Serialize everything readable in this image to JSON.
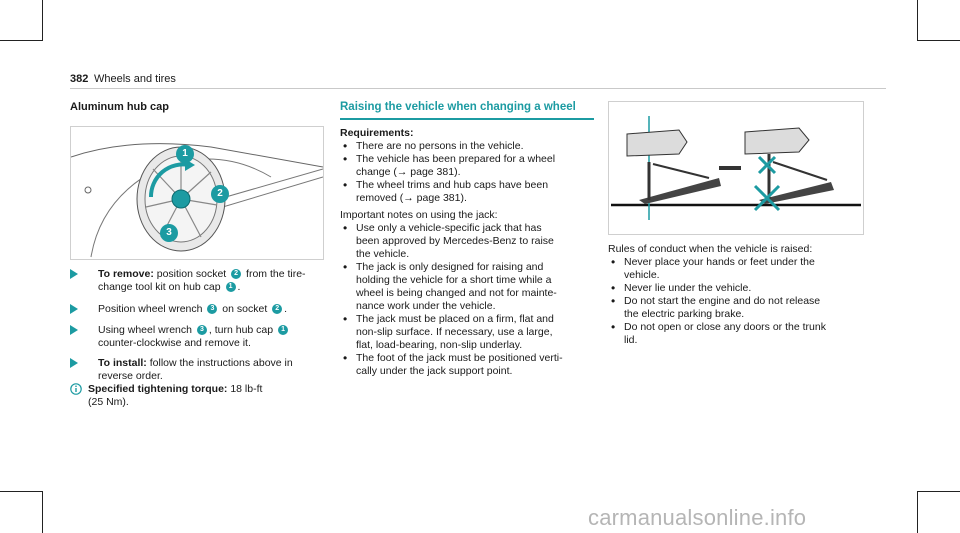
{
  "header": {
    "page_number": "382",
    "section_title": "Wheels and tires"
  },
  "left": {
    "heading": "Aluminum hub cap",
    "figure": {
      "callouts": [
        "1",
        "2",
        "3"
      ]
    },
    "steps": [
      {
        "prefix": "To remove:",
        "t1": " position socket ",
        "n1": "2",
        "t2": " from the tire-",
        "line2a": "change tool kit on hub cap ",
        "n2": "1",
        "line2b": "."
      },
      {
        "t1": "Position wheel wrench ",
        "n1": "3",
        "t2": " on socket ",
        "n2": "2",
        "t3": "."
      },
      {
        "t1": "Using wheel wrench ",
        "n1": "3",
        "t2": ", turn hub cap ",
        "n2": "1",
        "line2": "counter-clockwise and remove it."
      },
      {
        "prefix": "To install:",
        "t1": " follow the instructions above in",
        "line2": "reverse order."
      }
    ],
    "note": {
      "label": "Specified tightening torque:",
      "value": " 18 lb-ft",
      "line2": "(25 Nm)."
    }
  },
  "middle": {
    "heading": "Raising the vehicle when changing a wheel",
    "requirements_title": "Requirements:",
    "requirements": [
      {
        "l1": "There are no persons in the vehicle."
      },
      {
        "l1": "The vehicle has been prepared for a wheel",
        "l2": "change (→ page 381)."
      },
      {
        "l1": "The wheel trims and hub caps have been",
        "l2": "removed (→ page 381)."
      }
    ],
    "notes_title": "Important notes on using the jack:",
    "notes": [
      {
        "l1": "Use only a vehicle-specific jack that has",
        "l2": "been approved by Mercedes-Benz to raise",
        "l3": "the vehicle."
      },
      {
        "l1": "The jack is only designed for raising and",
        "l2": "holding the vehicle for a short time while a",
        "l3": "wheel is being changed and not for mainte-",
        "l4": "nance work under the vehicle."
      },
      {
        "l1": "The jack must be placed on a firm, flat and",
        "l2": "non-slip surface. If necessary, use a large,",
        "l3": "flat, load-bearing, non-slip underlay."
      },
      {
        "l1": "The foot of the jack must be positioned verti-",
        "l2": "cally under the jack support point."
      }
    ]
  },
  "right": {
    "rules_title": "Rules of conduct when the vehicle is raised:",
    "rules": [
      {
        "l1": "Never place your hands or feet under the",
        "l2": "vehicle."
      },
      {
        "l1": "Never lie under the vehicle."
      },
      {
        "l1": "Do not start the engine and do not release",
        "l2": "the electric parking brake."
      },
      {
        "l1": "Do not open or close any doors or the trunk",
        "l2": "lid."
      }
    ]
  },
  "watermark": "carmanualsonline.info",
  "colors": {
    "accent": "#1c9ba2",
    "text": "#1a1a1a",
    "rule": "#c9c9c9"
  }
}
